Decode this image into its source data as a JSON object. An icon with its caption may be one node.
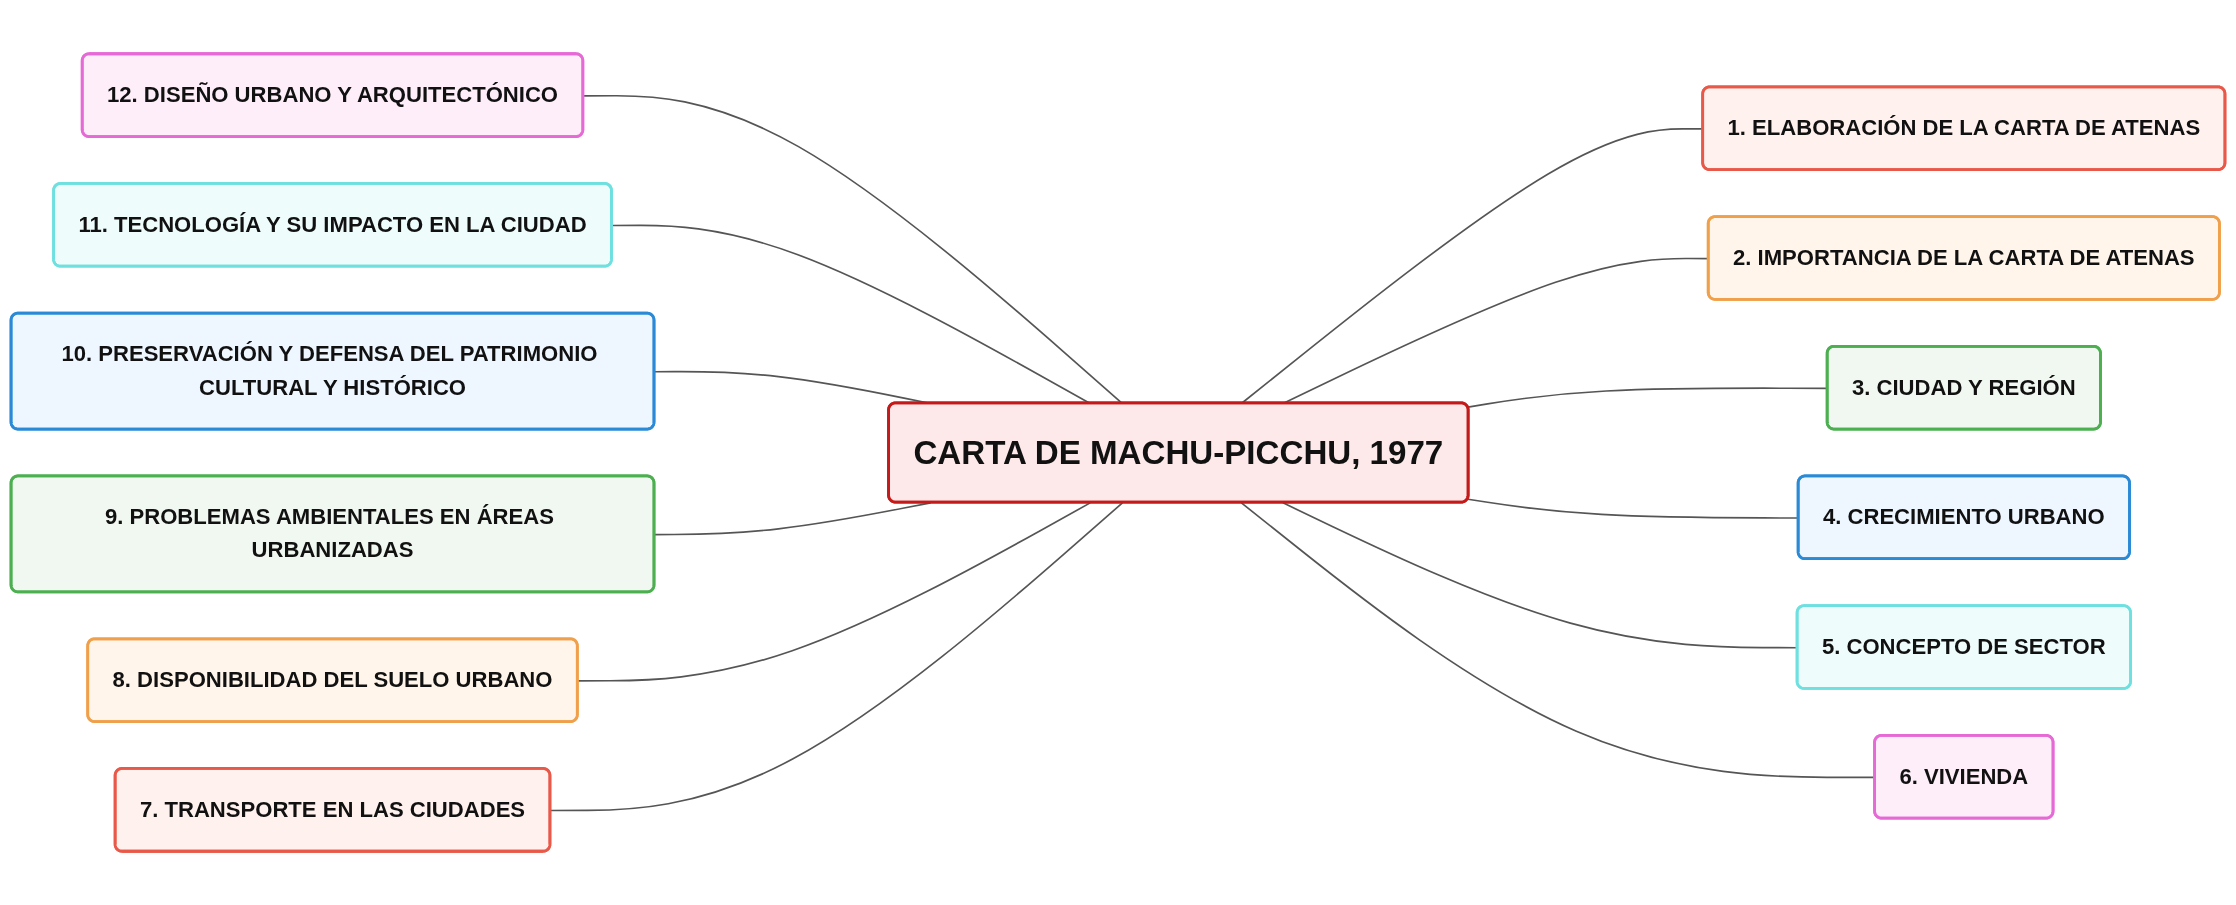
{
  "diagram": {
    "nodes": [
      {
        "text": [
          "CARTA DE MACHU-PICCHU, 1977"
        ]
      },
      {
        "text": [
          "1. ELABORACIÓN DE LA CARTA DE ATENAS"
        ]
      },
      {
        "text": [
          "2. IMPORTANCIA DE LA CARTA DE ATENAS"
        ]
      },
      {
        "text": [
          "3. CIUDAD Y REGIÓN"
        ]
      },
      {
        "text": [
          "4. CRECIMIENTO URBANO"
        ]
      },
      {
        "text": [
          "5. CONCEPTO DE SECTOR"
        ]
      },
      {
        "text": [
          "6. VIVIENDA"
        ]
      },
      {
        "text": [
          "7. TRANSPORTE EN LAS CIUDADES"
        ]
      },
      {
        "text": [
          "8. DISPONIBILIDAD DEL SUELO URBANO"
        ]
      },
      {
        "text": [
          "9. PROBLEMAS AMBIENTALES EN ÁREAS URBANIZADAS"
        ]
      },
      {
        "text": [
          "10. PRESERVACIÓN Y DEFENSA DEL PATRIMONIO CULTURAL Y HISTÓRICO"
        ]
      },
      {
        "text": [
          "11. TECNOLOGÍA Y SU IMPACTO EN LA CIUDAD"
        ]
      },
      {
        "text": [
          "12. DISEÑO URBANO Y ARQUITECTÓNICO"
        ]
      }
    ],
    "edges": [
      {
        "from": 0,
        "to": 1,
        "arrow": "none"
      },
      {
        "from": 0,
        "to": 2,
        "arrow": "none"
      },
      {
        "from": 0,
        "to": 3,
        "arrow": "none"
      },
      {
        "from": 0,
        "to": 4,
        "arrow": "none"
      },
      {
        "from": 0,
        "to": 5,
        "arrow": "none"
      },
      {
        "from": 0,
        "to": 6,
        "arrow": "none"
      },
      {
        "from": 12,
        "to": 0,
        "arrow": "none"
      },
      {
        "from": 11,
        "to": 0,
        "arrow": "none"
      },
      {
        "from": 10,
        "to": 0,
        "arrow": "none"
      },
      {
        "from": 9,
        "to": 0,
        "arrow": "none"
      },
      {
        "from": 8,
        "to": 0,
        "arrow": "none"
      },
      {
        "from": 7,
        "to": 0,
        "arrow": "none"
      }
    ]
  }
}
